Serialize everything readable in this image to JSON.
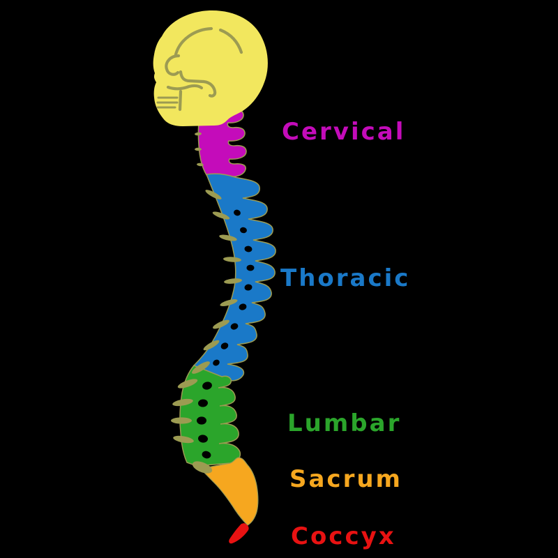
{
  "spine": {
    "background": "#000000",
    "skull_color": "#f2e75e",
    "outline_color": "#9c9b52",
    "regions": [
      {
        "id": "cervical",
        "label": "Cervical",
        "color": "#c40cba"
      },
      {
        "id": "thoracic",
        "label": "Thoracic",
        "color": "#1a79c8"
      },
      {
        "id": "lumbar",
        "label": "Lumbar",
        "color": "#2ba52b"
      },
      {
        "id": "sacrum",
        "label": "Sacrum",
        "color": "#f6a71f"
      },
      {
        "id": "coccyx",
        "label": "Coccyx",
        "color": "#e81212"
      }
    ]
  }
}
